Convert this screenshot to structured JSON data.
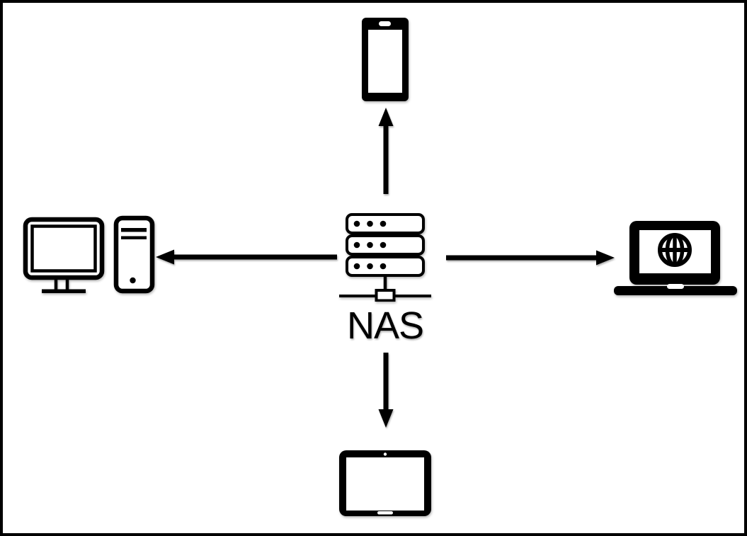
{
  "page": {
    "colors": {
      "background": "#ffffff",
      "foreground": "#000000",
      "border": "#000000"
    }
  },
  "diagram": {
    "kind": "network-diagram",
    "center_node": {
      "id": "nas",
      "label": "NAS",
      "icon": "nas-server-stack-icon"
    },
    "device_nodes": [
      {
        "id": "smartphone",
        "icon": "smartphone-icon",
        "position": "top"
      },
      {
        "id": "desktop-computer",
        "icon": "desktop-computer-icon",
        "position": "left"
      },
      {
        "id": "laptop",
        "icon": "laptop-globe-icon",
        "position": "right"
      },
      {
        "id": "tablet",
        "icon": "tablet-icon",
        "position": "bottom"
      }
    ],
    "connections": [
      {
        "from": "nas",
        "to": "smartphone",
        "arrow": "up"
      },
      {
        "from": "nas",
        "to": "desktop-computer",
        "arrow": "left"
      },
      {
        "from": "nas",
        "to": "laptop",
        "arrow": "right"
      },
      {
        "from": "nas",
        "to": "tablet",
        "arrow": "down"
      }
    ]
  }
}
